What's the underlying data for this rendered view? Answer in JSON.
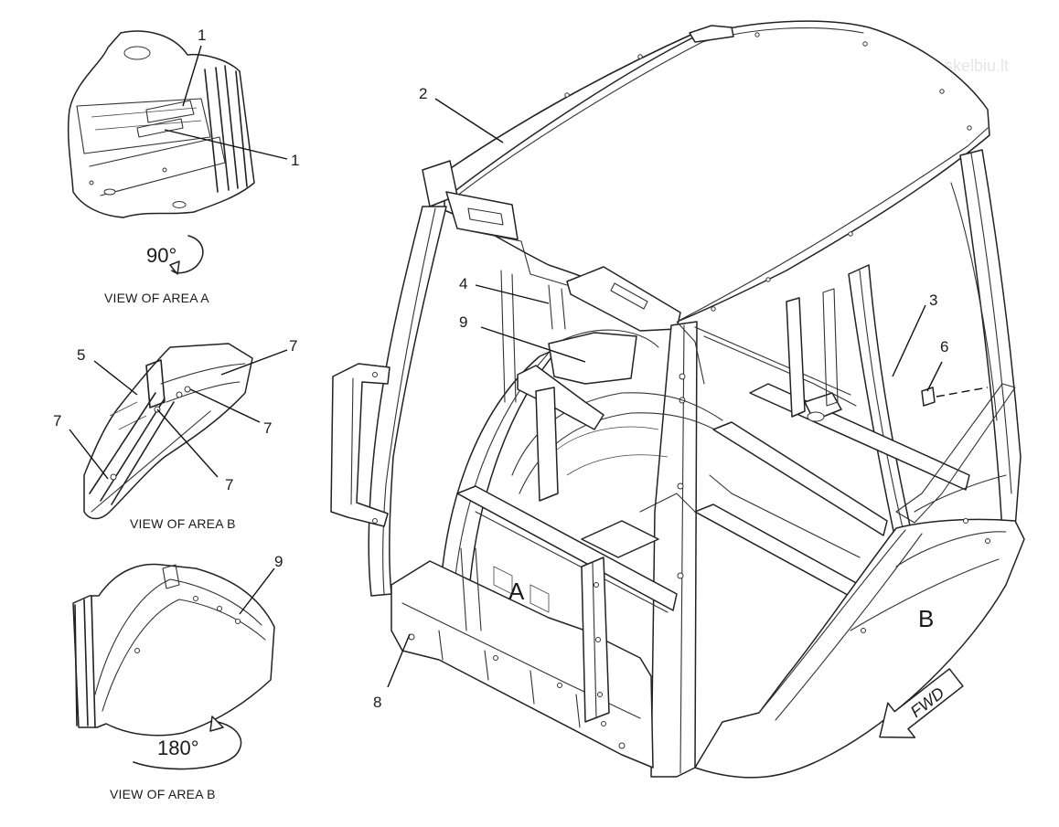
{
  "callouts": {
    "c1a": "1",
    "c1b": "1",
    "c2": "2",
    "c3": "3",
    "c4": "4",
    "c5": "5",
    "c6": "6",
    "c7a": "7",
    "c7b": "7",
    "c7c": "7",
    "c7d": "7",
    "c8": "8",
    "c9a": "9",
    "c9b": "9"
  },
  "area_labels": {
    "a": "A",
    "b": "B"
  },
  "views": {
    "view_a": {
      "caption": "VIEW OF AREA  A",
      "rotation": "90°"
    },
    "view_b1": {
      "caption": "VIEW OF AREA  B"
    },
    "view_b2": {
      "caption": "VIEW OF AREA  B",
      "rotation": "180°"
    }
  },
  "fwd_arrow": {
    "label": "FWD"
  },
  "watermark": "www.skelbiu.lt"
}
